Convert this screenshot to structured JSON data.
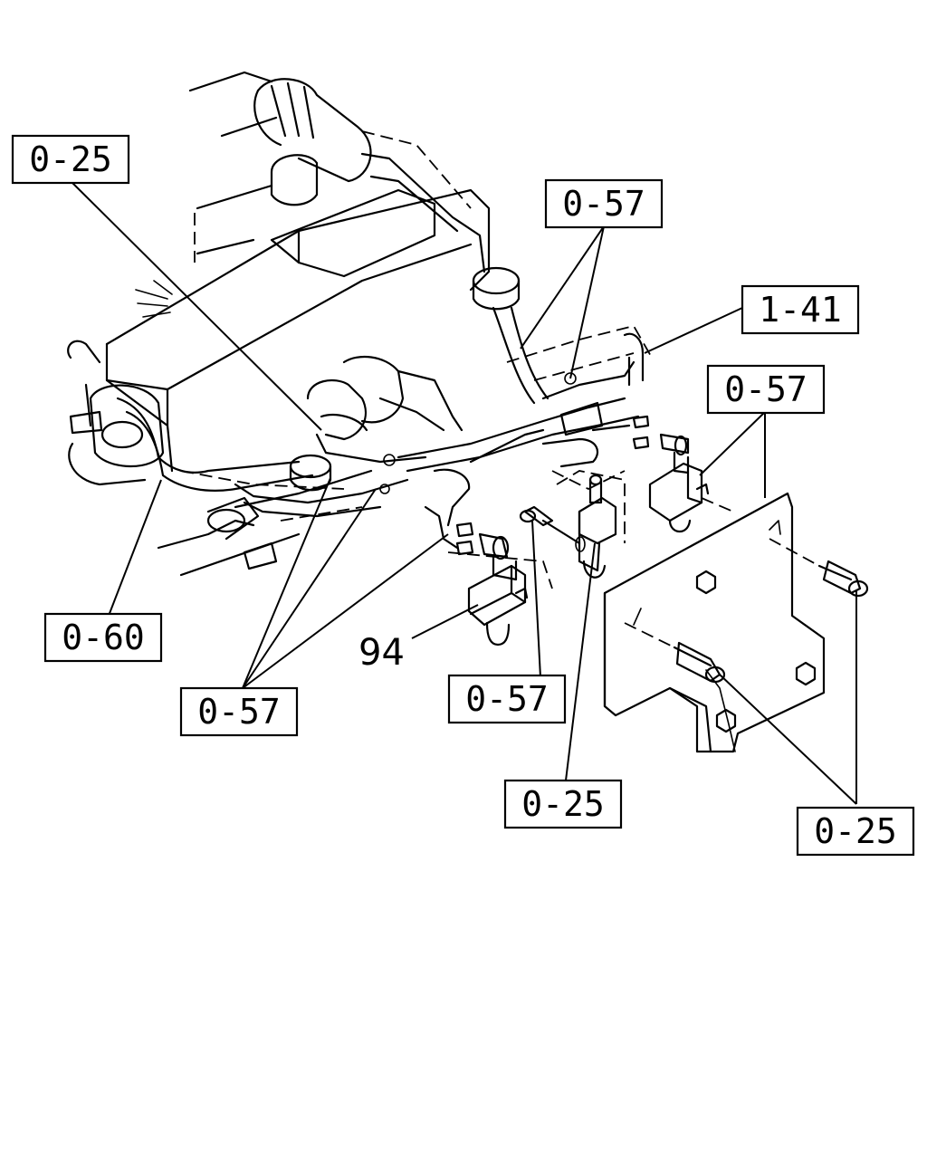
{
  "callouts": {
    "c_0_25_top": "0-25",
    "c_0_57_top": "0-57",
    "c_1_41": "1-41",
    "c_0_57_right": "0-57",
    "c_0_60": "0-60",
    "c_0_57_bottom_left": "0-57",
    "c_0_57_center": "0-57",
    "c_0_25_center": "0-25",
    "c_0_25_right": "0-25"
  },
  "part_numbers": {
    "p94": "94"
  }
}
